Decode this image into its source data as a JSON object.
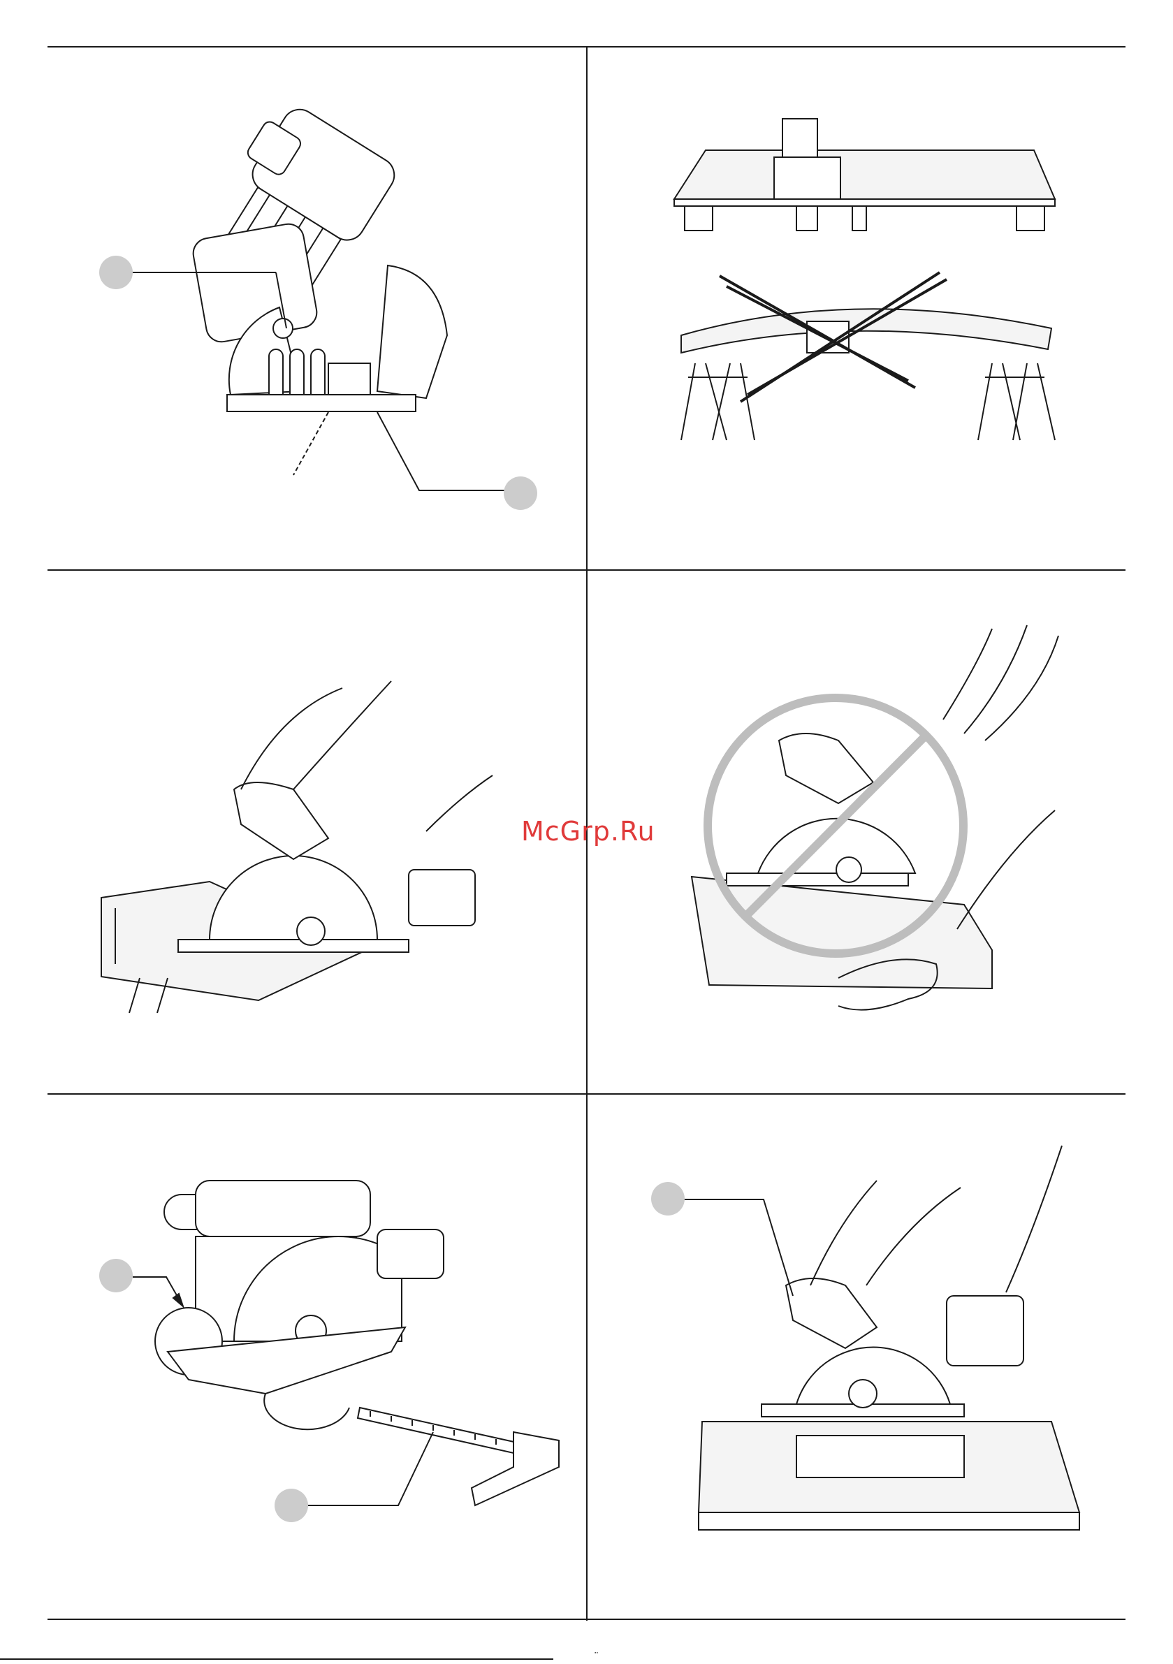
{
  "watermark": {
    "text": "McGrp.Ru",
    "color": "#e03a3a"
  },
  "footer": {
    "mark": "¨"
  },
  "figures": [
    {
      "name": "bevel-adjust",
      "callouts": 2,
      "prohibited": false
    },
    {
      "name": "workpiece-support",
      "callouts": 0,
      "prohibited": true
    },
    {
      "name": "correct-cutting-position",
      "callouts": 0,
      "prohibited": false
    },
    {
      "name": "incorrect-cutting-position",
      "callouts": 0,
      "prohibited": true
    },
    {
      "name": "rip-fence-attachment",
      "callouts": 2,
      "prohibited": false
    },
    {
      "name": "plunge-cut",
      "callouts": 1,
      "prohibited": false
    }
  ],
  "colors": {
    "line": "#1a1a1a",
    "callout": "#cccccc",
    "prohibition": "#bdbdbd",
    "wood": "#f4f4f4"
  }
}
